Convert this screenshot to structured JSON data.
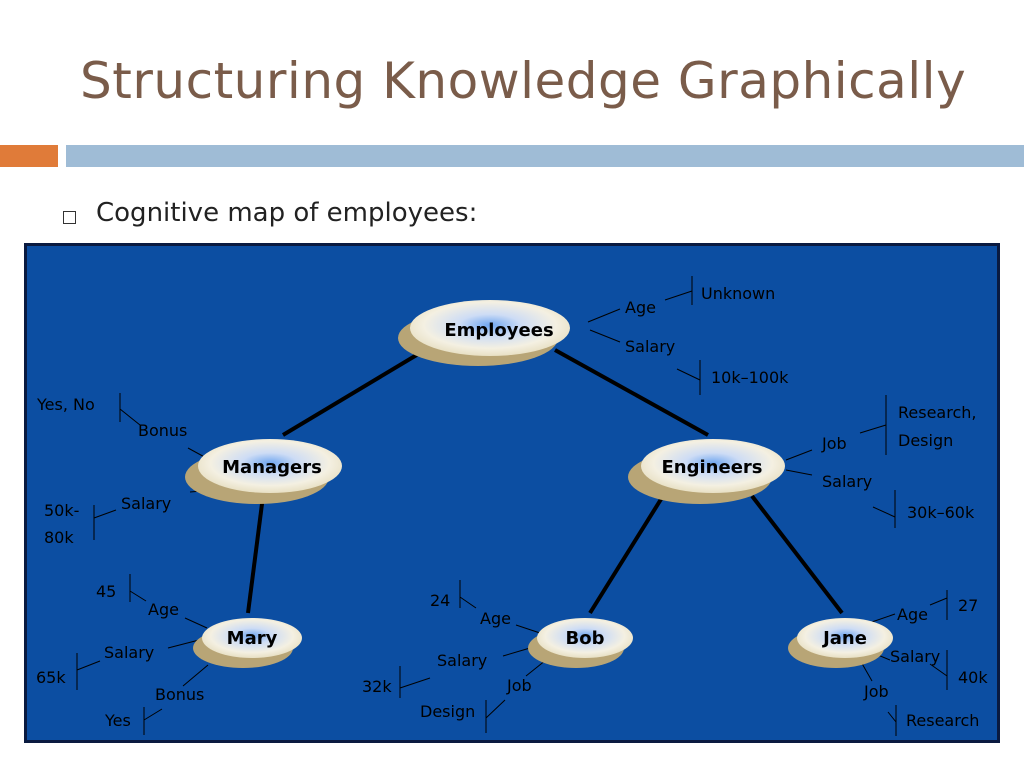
{
  "slide": {
    "title": "Structuring Knowledge Graphically",
    "bullet": "Cognitive map of employees:"
  },
  "nodes": {
    "employees": "Employees",
    "managers": "Managers",
    "engineers": "Engineers",
    "mary": "Mary",
    "bob": "Bob",
    "jane": "Jane"
  },
  "attributes": {
    "employees": {
      "age_label": "Age",
      "age_value": "Unknown",
      "salary_label": "Salary",
      "salary_value": "10k–100k"
    },
    "managers": {
      "bonus_label": "Bonus",
      "bonus_value": "Yes, No",
      "salary_label": "Salary",
      "salary_value_line1": "50k-",
      "salary_value_line2": "80k"
    },
    "engineers": {
      "job_label": "Job",
      "job_value_line1": "Research,",
      "job_value_line2": "Design",
      "salary_label": "Salary",
      "salary_value": "30k–60k"
    },
    "mary": {
      "age_label": "Age",
      "age_value": "45",
      "salary_label": "Salary",
      "salary_value": "65k",
      "bonus_label": "Bonus",
      "bonus_value": "Yes"
    },
    "bob": {
      "age_label": "Age",
      "age_value": "24",
      "salary_label": "Salary",
      "salary_value": "32k",
      "job_label": "Job",
      "job_value": "Design"
    },
    "jane": {
      "age_label": "Age",
      "age_value": "27",
      "salary_label": "Salary",
      "salary_value": "40k",
      "job_label": "Job",
      "job_value": "Research"
    }
  },
  "colors": {
    "title": "#7a5c4a",
    "accent_orange": "#e07b39",
    "accent_blue": "#9fbcd6",
    "panel": "#0c4ea2",
    "node": "#e8e0c4"
  }
}
